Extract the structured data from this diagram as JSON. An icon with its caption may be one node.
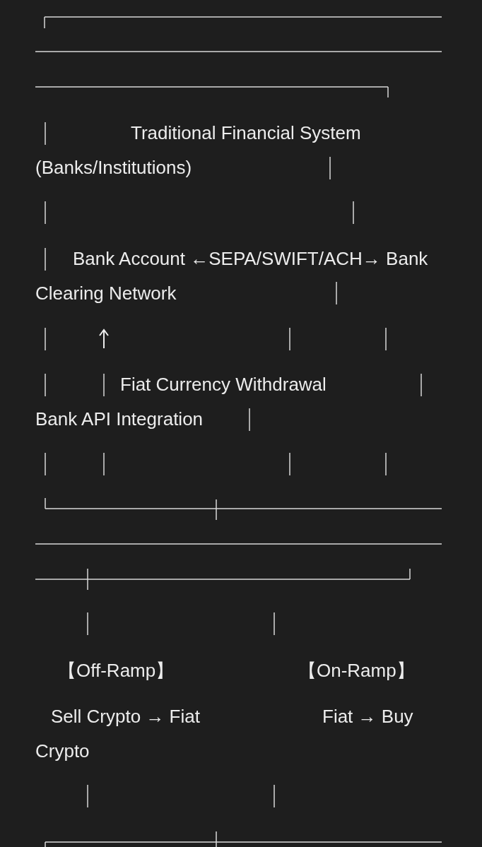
{
  "diagram": {
    "labels": [
      "Traditional Financial System (Banks/Institutions)",
      "Bank Account ←SEPA/SWIFT/ACH→ Bank Clearing Network",
      "Fiat Currency Withdrawal",
      "Bank API Integration",
      "【Off-Ramp】",
      "【On-Ramp】",
      "Sell Crypto → Fiat",
      "Fiat → Buy Crypto"
    ]
  }
}
